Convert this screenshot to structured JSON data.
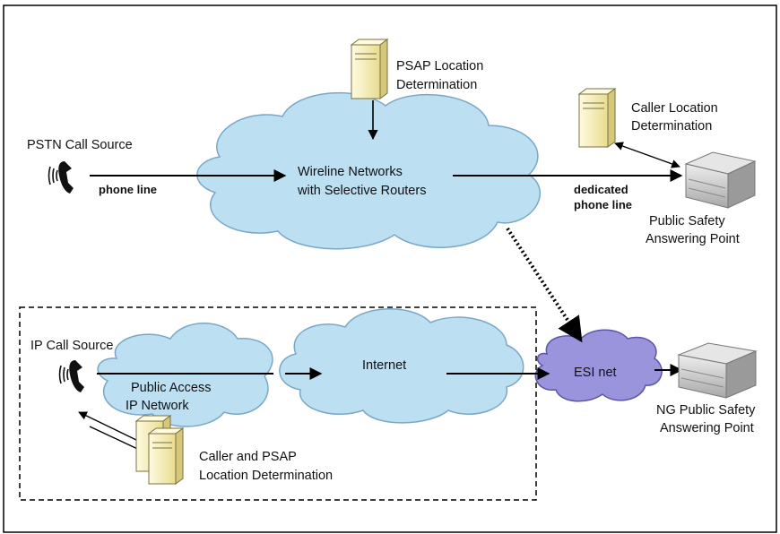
{
  "colors": {
    "cloud_fill": "#bcdff2",
    "cloud_stroke": "#7aa7c8",
    "esi_fill": "#9a94dc",
    "esi_stroke": "#5d55a8",
    "server_fill": "#f7efb5",
    "pspa_device": "#c9c9c9",
    "arrow": "#000000",
    "frame": "#000000"
  },
  "icons": [
    "phone-icon",
    "server-icon",
    "psap-device-icon",
    "cloud-shape"
  ],
  "labels": {
    "psap_location": [
      "PSAP Location",
      "Determination"
    ],
    "caller_location": [
      "Caller Location",
      "Determination"
    ],
    "pstn_source": "PSTN Call Source",
    "phone_line": "phone line",
    "wireline": [
      "Wireline Networks",
      "with Selective Routers"
    ],
    "dedicated": [
      "dedicated",
      "phone line"
    ],
    "psap": [
      "Public Safety",
      "Answering Point"
    ],
    "ip_source": "IP Call Source",
    "public_access": [
      "Public Access",
      "IP Network"
    ],
    "internet": "Internet",
    "esi_net": "ESI net",
    "ng_psap": [
      "NG Public Safety",
      "Answering Point"
    ],
    "caller_psap": [
      "Caller and PSAP",
      "Location Determination"
    ]
  }
}
